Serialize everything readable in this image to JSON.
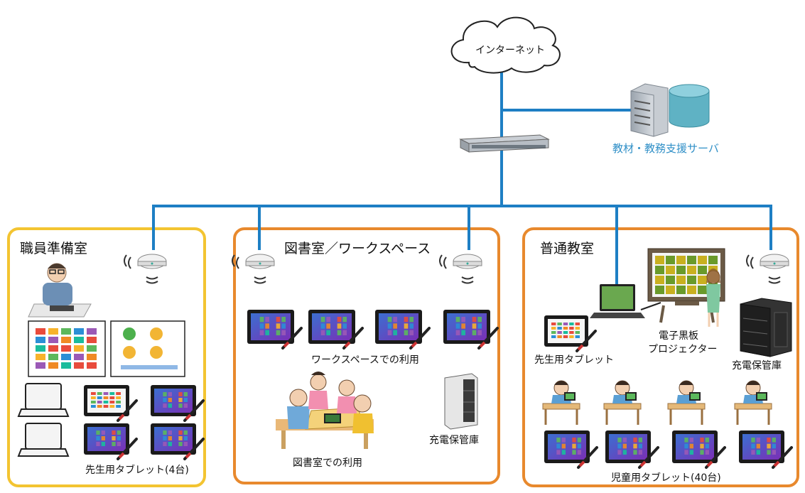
{
  "cloud": {
    "label": "インターネット"
  },
  "server": {
    "label": "教材・教務支援サーバ"
  },
  "rooms": [
    {
      "title": "職員準備室",
      "caption": "先生用タブレット(4台)"
    },
    {
      "title": "図書室／ワークスペース",
      "captions": [
        "ワークスペースでの利用",
        "図書室での利用",
        "充電保管庫"
      ]
    },
    {
      "title": "普通教室",
      "captions": [
        "先生用タブレット",
        "電子黒板",
        "プロジェクター",
        "充電保管庫",
        "児童用タブレット(40台)"
      ]
    }
  ],
  "colors": {
    "network_line": "#1e7fc4",
    "staff_room_border": "#f3c431",
    "library_border": "#e8892d",
    "classroom_border": "#e8892d",
    "server_text": "#2f8fc7",
    "tile_palette": [
      "#e94b3c",
      "#f7b32b",
      "#5cb85c",
      "#2b8fd6",
      "#9b59b6",
      "#f08a24",
      "#1abc9c",
      "#e74c3c"
    ]
  },
  "icons": [
    "cloud-icon",
    "server-tower-icon",
    "database-icon",
    "network-switch-icon",
    "wireless-access-point-icon",
    "teacher-person-icon",
    "laptop-icon",
    "tablet-icon",
    "stylus-icon",
    "children-group-icon",
    "charging-cabinet-icon",
    "electronic-whiteboard-icon",
    "student-desk-icon"
  ]
}
